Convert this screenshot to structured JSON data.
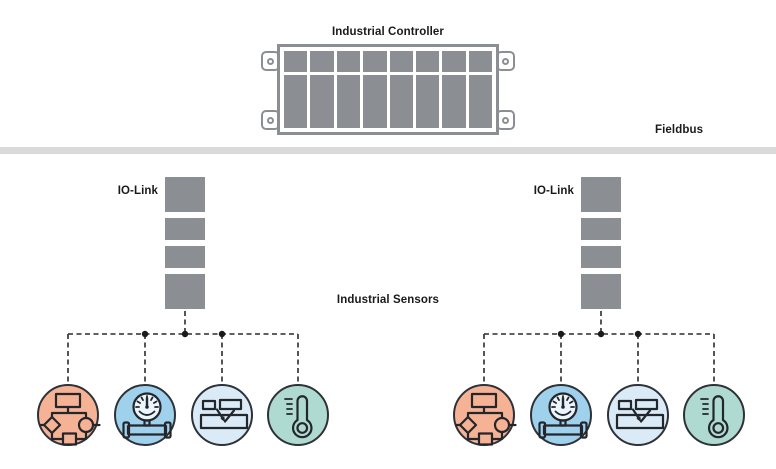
{
  "controller": {
    "label": "Industrial Controller",
    "slots": 8,
    "module_color": "#8b8f94"
  },
  "fieldbus": {
    "label": "Fieldbus",
    "bar_color": "#dadada"
  },
  "sensors_section": {
    "label": "Industrial Sensors"
  },
  "io_link_groups": [
    {
      "label": "IO-Link",
      "sensors": [
        {
          "name": "logic-process-sensor",
          "icon": "flowchart-icon",
          "color": "#f6b295"
        },
        {
          "name": "pressure-sensor",
          "icon": "pressure-gauge-icon",
          "color": "#9fd1ec"
        },
        {
          "name": "level-sensor",
          "icon": "level-reflection-icon",
          "color": "#daebf7"
        },
        {
          "name": "temperature-sensor",
          "icon": "thermometer-icon",
          "color": "#afdad1"
        }
      ]
    },
    {
      "label": "IO-Link",
      "sensors": [
        {
          "name": "logic-process-sensor",
          "icon": "flowchart-icon",
          "color": "#f6b295"
        },
        {
          "name": "pressure-sensor",
          "icon": "pressure-gauge-icon",
          "color": "#9fd1ec"
        },
        {
          "name": "level-sensor",
          "icon": "level-reflection-icon",
          "color": "#daebf7"
        },
        {
          "name": "temperature-sensor",
          "icon": "thermometer-icon",
          "color": "#afdad1"
        }
      ]
    }
  ],
  "colors": {
    "text": "#1a1a1a",
    "module_gray": "#8b8f94",
    "dashed_line": "#2b2b2b",
    "circle_border": "#2e3238",
    "gauge_face": "#eaf5fc"
  }
}
